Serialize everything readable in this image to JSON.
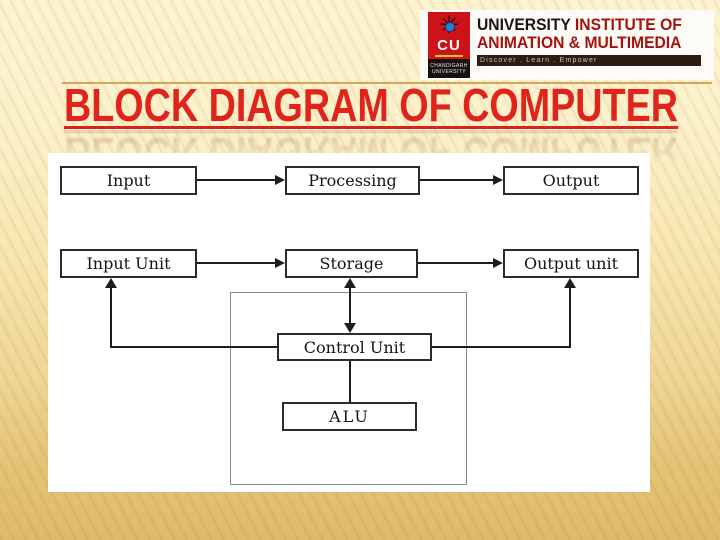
{
  "title": "BLOCK DIAGRAM OF COMPUTER",
  "header": {
    "logo": {
      "acronym": "CU",
      "university_line1": "CHANDIGARH",
      "university_line2": "UNIVERSITY",
      "name_part_black": "UNIVERSITY",
      "name_part_red": " INSTITUTE OF",
      "name_line2": "ANIMATION & MULTIMEDIA",
      "tagline": "Discover . Learn . Empower",
      "gear_icon_glyph": "✳"
    }
  },
  "diagram": {
    "boxes": [
      {
        "id": "input",
        "label": "Input"
      },
      {
        "id": "processing",
        "label": "Processing"
      },
      {
        "id": "output",
        "label": "Output"
      },
      {
        "id": "input-unit",
        "label": "Input Unit"
      },
      {
        "id": "storage",
        "label": "Storage"
      },
      {
        "id": "output-unit",
        "label": "Output unit"
      },
      {
        "id": "control-unit",
        "label": "Control Unit"
      },
      {
        "id": "alu",
        "label": "ALU"
      }
    ],
    "connections": [
      {
        "from": "input",
        "to": "processing",
        "type": "arrow"
      },
      {
        "from": "processing",
        "to": "output",
        "type": "arrow"
      },
      {
        "from": "input-unit",
        "to": "storage",
        "type": "arrow"
      },
      {
        "from": "storage",
        "to": "output-unit",
        "type": "arrow"
      },
      {
        "from": "storage",
        "to": "control-unit",
        "type": "double-arrow"
      },
      {
        "from": "control-unit",
        "to": "input-unit",
        "type": "arrow"
      },
      {
        "from": "control-unit",
        "to": "output-unit",
        "type": "arrow"
      },
      {
        "from": "control-unit",
        "to": "alu",
        "type": "line"
      }
    ]
  },
  "colors": {
    "title_red": "#e0241c",
    "logo_red": "#cd1219",
    "logo_dark_red": "#a31410",
    "tagline_bar": "#2b1c14",
    "background_gold": "#dcb765",
    "background_cream": "#fcf3d1",
    "panel_white": "#ffffff",
    "diagram_line": "#1d1d1d"
  }
}
